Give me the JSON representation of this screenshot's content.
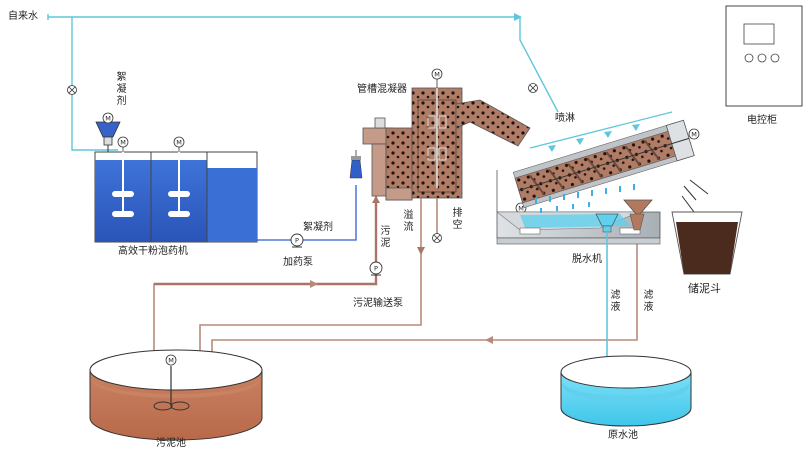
{
  "labels": {
    "tap_water": "自来水",
    "flocculant_top": "絮凝剂",
    "dosing_machine": "高效干粉泡药机",
    "flocculant_line": "絮凝剂",
    "dosing_pump": "加药泵",
    "pipe_mixer": "管槽混凝器",
    "overflow": "溢流",
    "drain": "排空",
    "sludge_pipe": "污泥",
    "sludge_pump": "污泥输送泵",
    "spray": "喷淋",
    "dewatering_machine": "脱水机",
    "filtrate_1": "滤液",
    "filtrate_2": "滤液",
    "sludge_hopper": "储泥斗",
    "control_cabinet": "电控柜",
    "sludge_tank": "污泥池",
    "raw_water_tank": "原水池"
  },
  "symbols": {
    "motor": "M",
    "pump": "P"
  },
  "colors": {
    "water_line": "#5fc6dc",
    "sludge_line": "#b98a7c",
    "dosing_blue": "#2f5fc8",
    "sludge_brown": "#b37a62",
    "raw_water": "#5fd0ee",
    "stroke": "#333333"
  }
}
